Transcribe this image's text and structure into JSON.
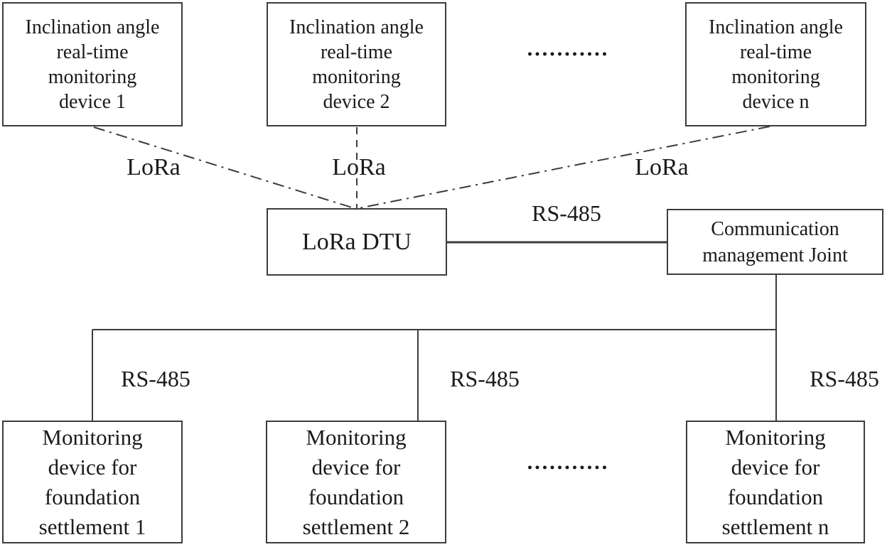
{
  "nodes": {
    "inclination1": "Inclination angle\nreal-time\nmonitoring\ndevice 1",
    "inclination2": "Inclination angle\nreal-time\nmonitoring\ndevice 2",
    "inclinationN": "Inclination angle\nreal-time\nmonitoring\ndevice n",
    "loraDtu": "LoRa DTU",
    "commJoint": "Communication\nmanagement Joint",
    "settlement1": "Monitoring\ndevice for\nfoundation\nsettlement 1",
    "settlement2": "Monitoring\ndevice for\nfoundation\nsettlement 2",
    "settlementN": "Monitoring\ndevice for\nfoundation\nsettlement n"
  },
  "edges": {
    "lora1": "LoRa",
    "lora2": "LoRa",
    "lora3": "LoRa",
    "rs485Top": "RS-485",
    "rs485Left": "RS-485",
    "rs485Mid": "RS-485",
    "rs485Right": "RS-485"
  },
  "ellipsis": {
    "top": "...........",
    "bottom": "..........."
  },
  "colors": {
    "line": "#3c3c3c",
    "text": "#1a1a1a",
    "background": "#ffffff"
  }
}
